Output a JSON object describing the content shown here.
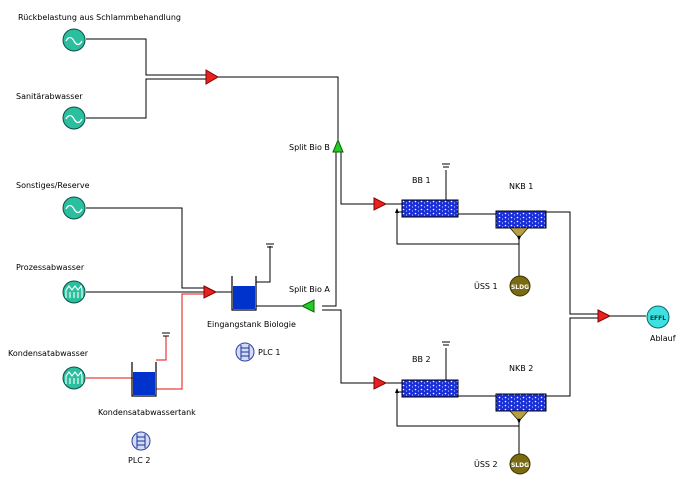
{
  "colors": {
    "line": "#000000",
    "red_line": "#e01010",
    "influent_fill": "#2bbfa0",
    "influent_stroke": "#0b4f44",
    "tank_fill": "#0033cc",
    "basin_fill": "#1a2ed8",
    "arrow_red": "#e82020",
    "arrow_green": "#22cc22",
    "sludge_fill": "#7a6a12",
    "effluent_fill": "#3ee0e0"
  },
  "influents": [
    {
      "id": "rueckbelastung",
      "label": "Rückbelastung aus Schlammbehandlung",
      "icon": "wave-icon"
    },
    {
      "id": "sanitaer",
      "label": "Sanitärabwasser",
      "icon": "wave-icon"
    },
    {
      "id": "sonstiges",
      "label": "Sonstiges/Reserve",
      "icon": "wave-icon"
    },
    {
      "id": "prozess",
      "label": "Prozessabwasser",
      "icon": "factory-icon"
    },
    {
      "id": "kondensat",
      "label": "Kondensatabwasser",
      "icon": "factory-icon"
    }
  ],
  "tanks": {
    "eingang": "Eingangstank Biologie",
    "kondensat": "Kondensatabwassertank"
  },
  "plcs": [
    "PLC 1",
    "PLC 2"
  ],
  "splits": {
    "bio_a": "Split Bio A",
    "bio_b": "Split Bio B"
  },
  "basins": [
    "BB 1",
    "BB 2"
  ],
  "clarifiers": [
    "NKB 1",
    "NKB 2"
  ],
  "sludge": {
    "labels": [
      "ÜSS 1",
      "ÜSS 2"
    ],
    "icon_text": "SLDG"
  },
  "effluent": {
    "label": "Ablauf",
    "icon_text": "EFFL"
  }
}
